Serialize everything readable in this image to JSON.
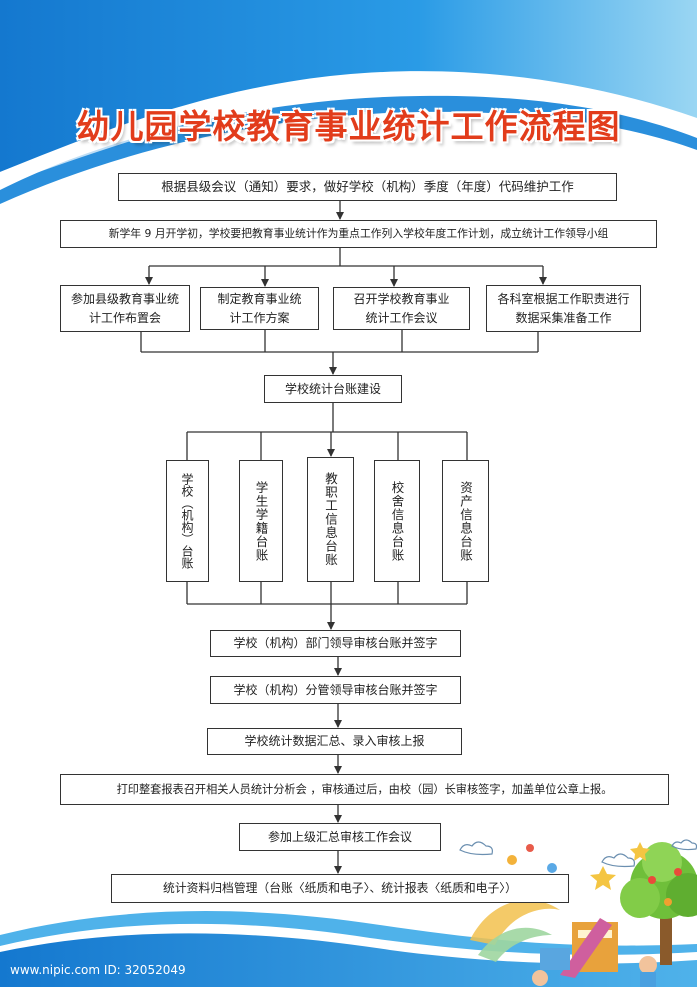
{
  "title": "幼儿园学校教育事业统计工作流程图",
  "steps": {
    "step1": "根据县级会议（通知）要求，做好学校（机构）季度（年度）代码维护工作",
    "step2": "新学年 9 月开学初，学校要把教育事业统计作为重点工作列入学校年度工作计划，成立统计工作领导小组",
    "tasks": [
      "参加县级教育事业统计工作布置会",
      "制定教育事业统计工作方案",
      "召开学校教育事业统计工作会议",
      "各科室根据工作职责进行数据采集准备工作"
    ],
    "ledger_build": "学校统计台账建设",
    "ledgers": [
      "学校（机构）台账",
      "学生学籍台账",
      "教职工信息台账",
      "校舍信息台账",
      "资产信息台账"
    ],
    "review_dept": "学校（机构）部门领导审核台账并签字",
    "review_lead": "学校（机构）分管领导审核台账并签字",
    "summarize": "学校统计数据汇总、录入审核上报",
    "print_report": "打印整套报表召开相关人员统计分析会 ，审核通过后，由校（园）长审核签字，加盖单位公章上报。",
    "upper_meeting": "参加上级汇总审核工作会议",
    "archive": "统计资料归档管理（台账〈纸质和电子〉、统计报表〈纸质和电子〉）"
  },
  "watermark": "www.nipic.com  ID: 32052049",
  "colors": {
    "title": "#e23c1b",
    "banner_blue": "#1f87d8",
    "banner_light": "#8fd0f2",
    "line": "#333333"
  }
}
